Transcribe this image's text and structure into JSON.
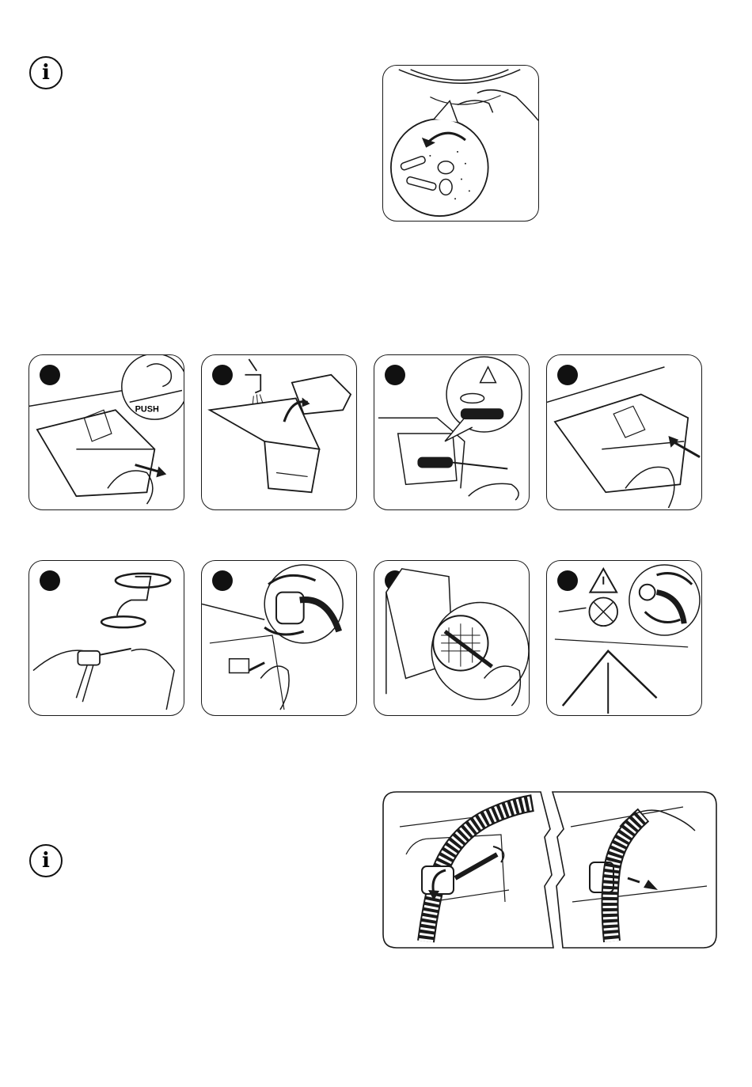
{
  "info_icons": [
    {
      "glyph": "i",
      "icon": "info-icon"
    },
    {
      "glyph": "i",
      "icon": "info-icon"
    }
  ],
  "steps_row_1": [
    {
      "icon": "dispenser-pull-out-icon",
      "label": "PUSH"
    },
    {
      "icon": "dispenser-rinse-icon"
    },
    {
      "icon": "dispenser-recess-brush-icon"
    },
    {
      "icon": "dispenser-push-in-icon"
    }
  ],
  "steps_row_2": [
    {
      "icon": "tap-hose-unscrew-icon"
    },
    {
      "icon": "inlet-hose-disconnect-icon"
    },
    {
      "icon": "inlet-filter-brush-icon"
    },
    {
      "icon": "inlet-hose-reconnect-warning-icon"
    }
  ],
  "figures": [
    {
      "icon": "drum-coins-remove-icon"
    },
    {
      "icon": "drain-hose-bracket-icon"
    }
  ],
  "colors": {
    "line": "#1a1a1a",
    "step_marker": "#111111",
    "background": "#ffffff"
  }
}
